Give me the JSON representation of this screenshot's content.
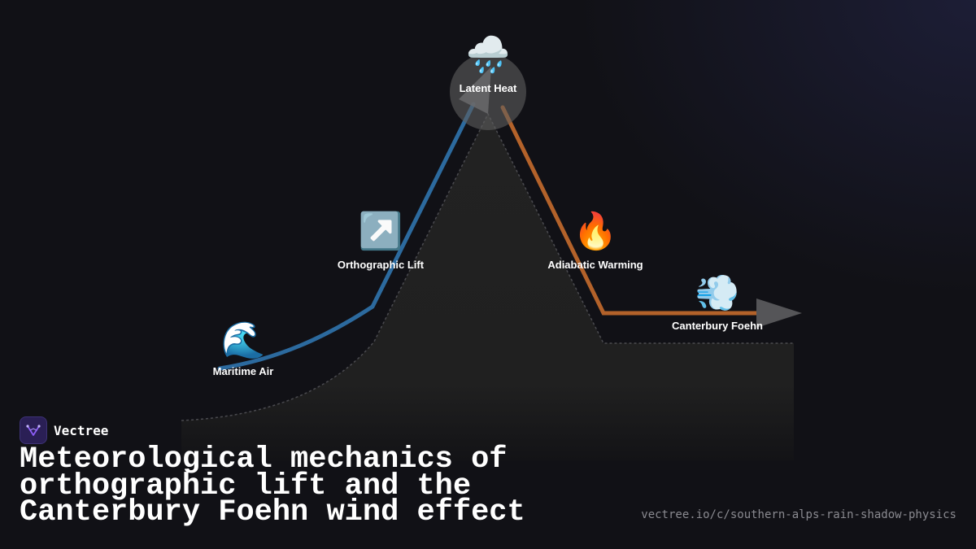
{
  "nodes": [
    {
      "id": "maritime",
      "label": "Maritime Air",
      "icon": "wave-icon",
      "glyph": "🌊"
    },
    {
      "id": "lift",
      "label": "Orthographic Lift",
      "icon": "up-right-arrow-icon",
      "glyph": "↗️"
    },
    {
      "id": "latent",
      "label": "Latent Heat",
      "icon": "rain-cloud-icon",
      "glyph": "🌧️"
    },
    {
      "id": "warming",
      "label": "Adiabatic Warming",
      "icon": "fire-icon",
      "glyph": "🔥"
    },
    {
      "id": "foehn",
      "label": "Canterbury Foehn",
      "icon": "wind-icon",
      "glyph": "💨"
    }
  ],
  "colors": {
    "background": "#111116",
    "windward_path": "#2c6a9e",
    "leeward_path": "#b3622a",
    "mountain": "#222222",
    "arrow": "#555558"
  },
  "brand": {
    "name": "Vectree",
    "icon": "vectree-logo-icon"
  },
  "title": "Meteorological mechanics of orthographic lift and the Canterbury Foehn wind effect",
  "url": "vectree.io/c/southern-alps-rain-shadow-physics"
}
